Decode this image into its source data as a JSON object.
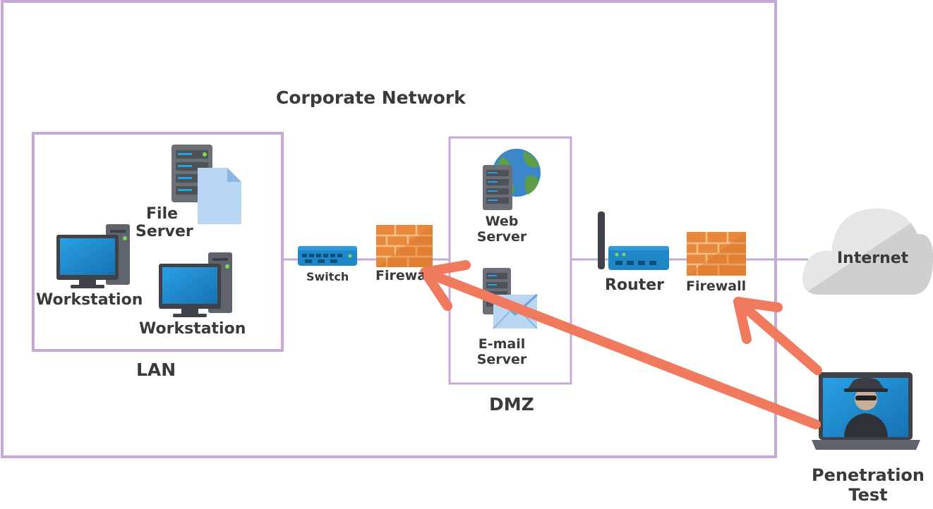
{
  "title": "Corporate Network",
  "zones": {
    "lan": "LAN",
    "dmz": "DMZ"
  },
  "nodes": {
    "file_server_line1": "File",
    "file_server_line2": "Server",
    "workstation_1": "Workstation",
    "workstation_2": "Workstation",
    "switch": "Switch",
    "inner_firewall": "Firewall",
    "web_server_line1": "Web",
    "web_server_line2": "Server",
    "email_server_line1": "E-mail",
    "email_server_line2": "Server",
    "router": "Router",
    "outer_firewall": "Firewall",
    "internet": "Internet",
    "pentest_line1": "Penetration",
    "pentest_line2": "Test"
  },
  "colors": {
    "border": "#c6a9d6",
    "arrow": "#f07a5e",
    "firewall": "#e8883a",
    "device_blue": "#1f86c8",
    "screen_blue": "#1d8fd4",
    "server_gray": "#6b6f78",
    "cloud": "#d6d6d6"
  },
  "icons": [
    "file-server-icon",
    "workstation-icon",
    "switch-icon",
    "firewall-icon",
    "web-server-icon",
    "globe-icon",
    "email-server-icon",
    "envelope-icon",
    "router-icon",
    "cloud-icon",
    "hacker-laptop-icon"
  ]
}
